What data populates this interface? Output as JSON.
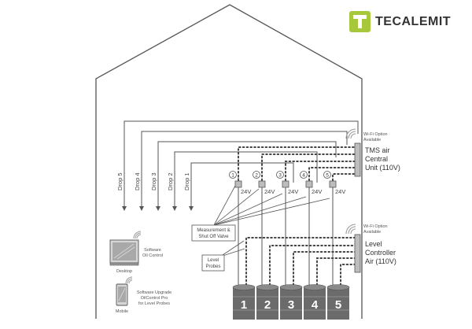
{
  "brand": {
    "name": "TECALEMIT",
    "color": "#a6c83a"
  },
  "colors": {
    "line": "#555555",
    "drum": "#6b6b6b",
    "drum_label": "#ffffff"
  },
  "drops": [
    "Drop 5",
    "Drop 4",
    "Drop 3",
    "Drop 2",
    "Drop 1"
  ],
  "valves": [
    {
      "number": "1",
      "voltage": "24V"
    },
    {
      "number": "2",
      "voltage": "24V"
    },
    {
      "number": "3",
      "voltage": "24V"
    },
    {
      "number": "4",
      "voltage": "24V"
    },
    {
      "number": "5",
      "voltage": "24V"
    }
  ],
  "drums": [
    "1",
    "2",
    "3",
    "4",
    "5"
  ],
  "tms_unit": {
    "wifi_line1": "Wi-Fi Option",
    "wifi_line2": "Available",
    "lines": [
      "TMS air",
      "Central",
      "Unit (110V)"
    ]
  },
  "level_controller": {
    "wifi_line1": "Wi-Fi Option",
    "wifi_line2": "Available",
    "lines": [
      "Level",
      "Controller",
      "Air (110V)"
    ]
  },
  "callouts": {
    "measurement": [
      "Measurement &",
      "Shut Off Valve"
    ],
    "probes": [
      "Level",
      "Probes"
    ]
  },
  "desktop": {
    "label": "Desktop",
    "software": [
      "Software",
      "Oil Control"
    ]
  },
  "mobile": {
    "label": "Mobile",
    "software": [
      "Software Upgrade",
      "OilControl Pro",
      "for Level Probes"
    ]
  }
}
